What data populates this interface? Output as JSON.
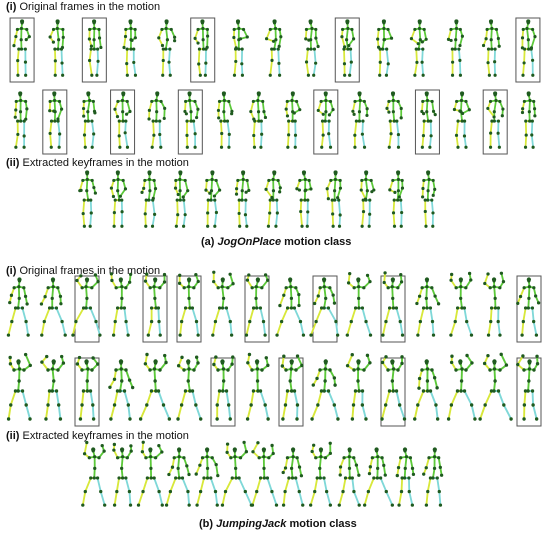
{
  "panel_a": {
    "label_original_roman": "(i)",
    "label_original_text": "Original frames in the motion",
    "label_extracted_roman": "(ii)",
    "label_extracted_text": "Extracted keyframes in the motion",
    "caption_prefix": "(a)",
    "caption_class": "JogOnPlace",
    "caption_suffix": "motion class",
    "row1_boxed": [
      true,
      false,
      true,
      false,
      false,
      true,
      false,
      false,
      false,
      true,
      false,
      false,
      false,
      false,
      true
    ],
    "row2_boxed": [
      false,
      true,
      false,
      true,
      false,
      true,
      false,
      false,
      false,
      true,
      false,
      false,
      true,
      false,
      true,
      false
    ],
    "pose": "jog"
  },
  "panel_b": {
    "label_original_roman": "(i)",
    "label_original_text": "Original frames in the motion",
    "label_extracted_roman": "(ii)",
    "label_extracted_text": "Extracted keyframes in the motion",
    "caption_prefix": "(b)",
    "caption_class": "JumpingJack",
    "caption_suffix": "motion class",
    "row1_boxed": [
      false,
      false,
      true,
      false,
      true,
      true,
      false,
      true,
      false,
      true,
      false,
      true,
      false,
      false,
      false,
      true
    ],
    "row2_boxed": [
      false,
      false,
      true,
      false,
      false,
      false,
      true,
      false,
      true,
      false,
      false,
      true,
      false,
      false,
      false,
      true
    ],
    "pose": "jack"
  },
  "colors": {
    "joint": "#1f5a1f",
    "bone_green": "#5cc93a",
    "bone_yellow": "#d8e83a",
    "bone_cyan": "#7fd8d8",
    "box": "#555555"
  }
}
